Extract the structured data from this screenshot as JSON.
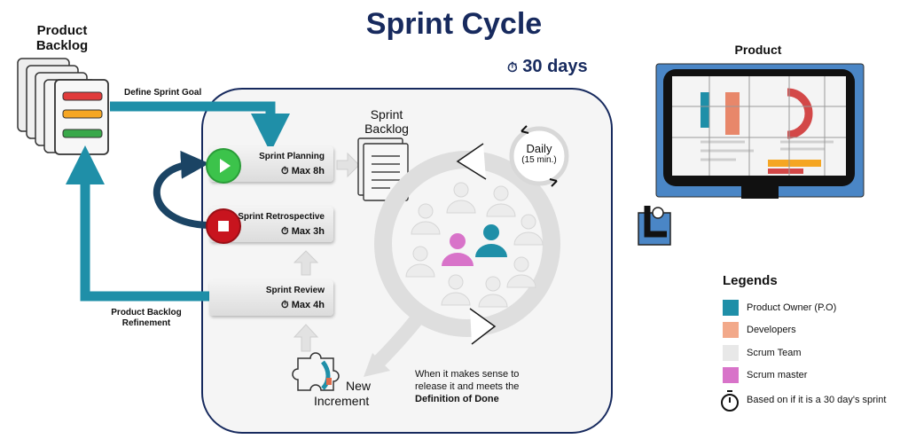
{
  "title": "Sprint Cycle",
  "duration": "30 days",
  "product_backlog": {
    "label_line1": "Product",
    "label_line2": "Backlog"
  },
  "define_goal": "Define Sprint Goal",
  "refinement": {
    "line1": "Product Backlog",
    "line2": "Refinement"
  },
  "sprint_backlog": {
    "line1": "Sprint",
    "line2": "Backlog"
  },
  "steps": [
    {
      "name": "Sprint Planning",
      "time": "Max 8h"
    },
    {
      "name": "Sprint Retrospective",
      "time": "Max 3h"
    },
    {
      "name": "Sprint Review",
      "time": "Max 4h"
    }
  ],
  "daily": {
    "line1": "Daily",
    "line2": "(15 min.)"
  },
  "increment": {
    "line1": "New",
    "line2": "Increment"
  },
  "release_note": {
    "line1": "When it makes sense to",
    "line2": "release it and meets the",
    "line3": "Definition of Done"
  },
  "product_label": "Product",
  "legends": {
    "title": "Legends",
    "items": [
      {
        "label": "Product Owner (P.O)",
        "color": "#1f8fa8"
      },
      {
        "label": "Developers",
        "color": "#f2a98a"
      },
      {
        "label": "Scrum Team",
        "color": "#e8e8e8"
      },
      {
        "label": "Scrum master",
        "color": "#d873c9"
      }
    ],
    "timer_note": "Based on if it is a 30 day's sprint"
  },
  "colors": {
    "accent": "#1f8fa8",
    "title": "#172a5e",
    "play": "#3cc34b",
    "stop": "#c8141e"
  }
}
